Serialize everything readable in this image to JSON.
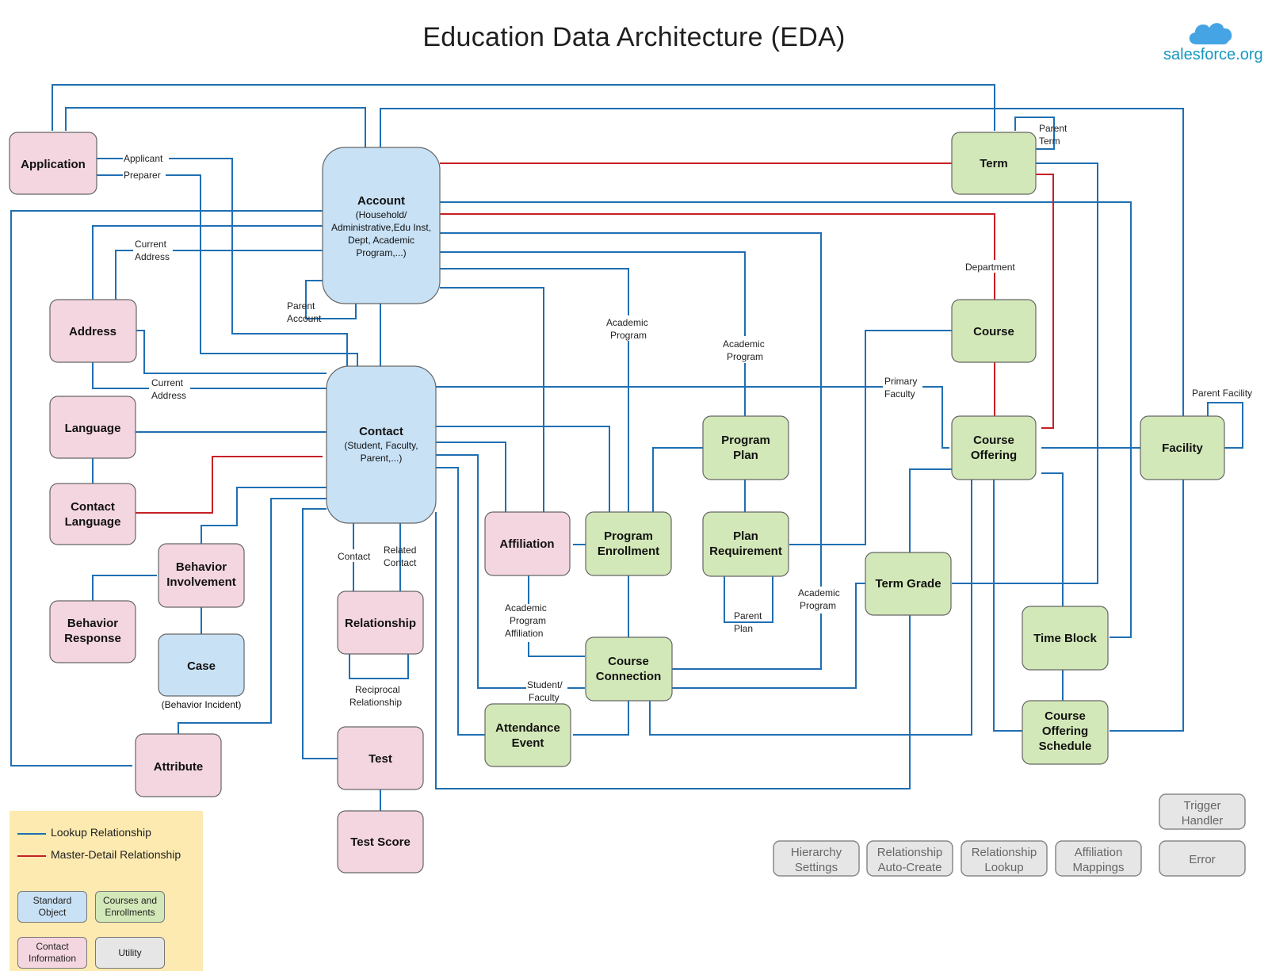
{
  "title": "Education Data Architecture (EDA)",
  "logo": {
    "text": "salesforce.org",
    "icon": "cloud-icon"
  },
  "colors": {
    "lookup": "#1f6fb2",
    "master_detail": "#c62026",
    "standard": "#c8e1f5",
    "courses": "#d3e8b8",
    "contact_info": "#f4d6e0",
    "utility": "#e6e6e6",
    "legend_bg": "#fdeab0"
  },
  "nodes": {
    "application": {
      "label": "Application"
    },
    "account": {
      "label": "Account",
      "sub": [
        "(Household/",
        "Administrative,Edu Inst,",
        "Dept, Academic",
        "Program,...)"
      ]
    },
    "term": {
      "label": "Term"
    },
    "address": {
      "label": "Address"
    },
    "course": {
      "label": "Course"
    },
    "language": {
      "label": "Language"
    },
    "contact": {
      "label": "Contact",
      "sub": [
        "(Student, Faculty,",
        "Parent,...)"
      ]
    },
    "program_plan": {
      "label": [
        "Program",
        "Plan"
      ]
    },
    "course_offering": {
      "label": [
        "Course",
        "Offering"
      ]
    },
    "facility": {
      "label": "Facility"
    },
    "contact_language": {
      "label": [
        "Contact",
        "Language"
      ]
    },
    "affiliation": {
      "label": "Affiliation"
    },
    "program_enrollment": {
      "label": [
        "Program",
        "Enrollment"
      ]
    },
    "plan_requirement": {
      "label": [
        "Plan",
        "Requirement"
      ]
    },
    "behavior_involvement": {
      "label": [
        "Behavior",
        "Involvement"
      ]
    },
    "term_grade": {
      "label": "Term Grade"
    },
    "behavior_response": {
      "label": [
        "Behavior",
        "Response"
      ]
    },
    "relationship": {
      "label": "Relationship"
    },
    "time_block": {
      "label": "Time Block"
    },
    "case": {
      "label": "Case",
      "caption": "(Behavior Incident)"
    },
    "course_connection": {
      "label": [
        "Course",
        "Connection"
      ]
    },
    "attendance_event": {
      "label": [
        "Attendance",
        "Event"
      ]
    },
    "course_offering_schedule": {
      "label": [
        "Course",
        "Offering",
        "Schedule"
      ]
    },
    "attribute": {
      "label": "Attribute"
    },
    "test": {
      "label": "Test"
    },
    "test_score": {
      "label": "Test Score"
    }
  },
  "utilities": {
    "trigger_handler": [
      "Trigger",
      "Handler"
    ],
    "hierarchy_settings": [
      "Hierarchy",
      "Settings"
    ],
    "relationship_auto_create": [
      "Relationship",
      "Auto-Create"
    ],
    "relationship_lookup": [
      "Relationship",
      "Lookup"
    ],
    "affiliation_mappings": [
      "Affiliation",
      "Mappings"
    ],
    "error": [
      "Error"
    ]
  },
  "edge_labels": {
    "applicant": "Applicant",
    "preparer": "Preparer",
    "parent_term": [
      "Parent",
      "Term"
    ],
    "current_address_account": [
      "Current",
      "Address"
    ],
    "parent_account": [
      "Parent",
      "Account"
    ],
    "department": "Department",
    "academic_program_1": [
      "Academic",
      "Program"
    ],
    "academic_program_2": [
      "Academic",
      "Program"
    ],
    "current_address_contact": [
      "Current",
      "Address"
    ],
    "primary_faculty": [
      "Primary",
      "Faculty"
    ],
    "parent_facility": "Parent Facility",
    "contact": "Contact",
    "related_contact": [
      "Related",
      "Contact"
    ],
    "academic_program_affiliation": [
      "Academic",
      "Program",
      "Affiliation"
    ],
    "academic_program_3": [
      "Academic",
      "Program"
    ],
    "parent_plan": [
      "Parent",
      "Plan"
    ],
    "reciprocal_relationship": [
      "Reciprocal",
      "Relationship"
    ],
    "student_faculty": [
      "Student/",
      "Faculty"
    ]
  },
  "legend": {
    "lookup": "Lookup Relationship",
    "master_detail": "Master-Detail Relationship",
    "standard_object": [
      "Standard",
      "Object"
    ],
    "courses_and_enrollments": [
      "Courses and",
      "Enrollments"
    ],
    "contact_information": [
      "Contact",
      "Information"
    ],
    "utility": [
      "Utility"
    ]
  }
}
